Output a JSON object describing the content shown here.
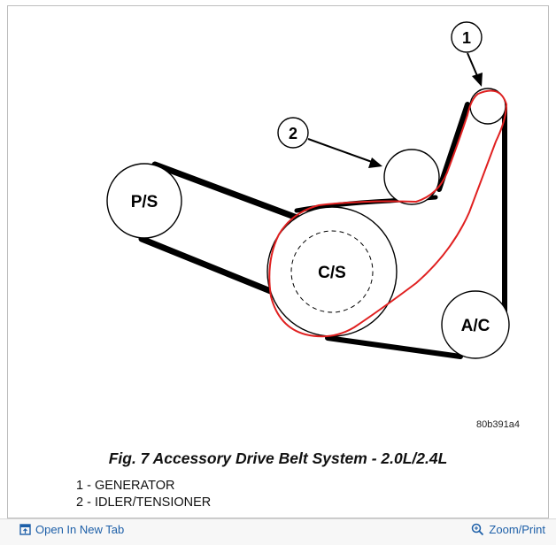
{
  "diagram": {
    "pulleys": {
      "ps": "P/S",
      "cs": "C/S",
      "ac": "A/C"
    },
    "callouts": [
      "1",
      "2"
    ],
    "image_code": "80b391a4",
    "highlight_color": "#e02020"
  },
  "caption": "Fig. 7 Accessory Drive Belt System - 2.0L/2.4L",
  "legend": [
    "1 - GENERATOR",
    "2 - IDLER/TENSIONER"
  ],
  "toolbar": {
    "open_label": "Open In New Tab",
    "open_icon": "open-new-tab-icon",
    "zoom_label": "Zoom/Print",
    "zoom_icon": "magnifier-icon"
  }
}
